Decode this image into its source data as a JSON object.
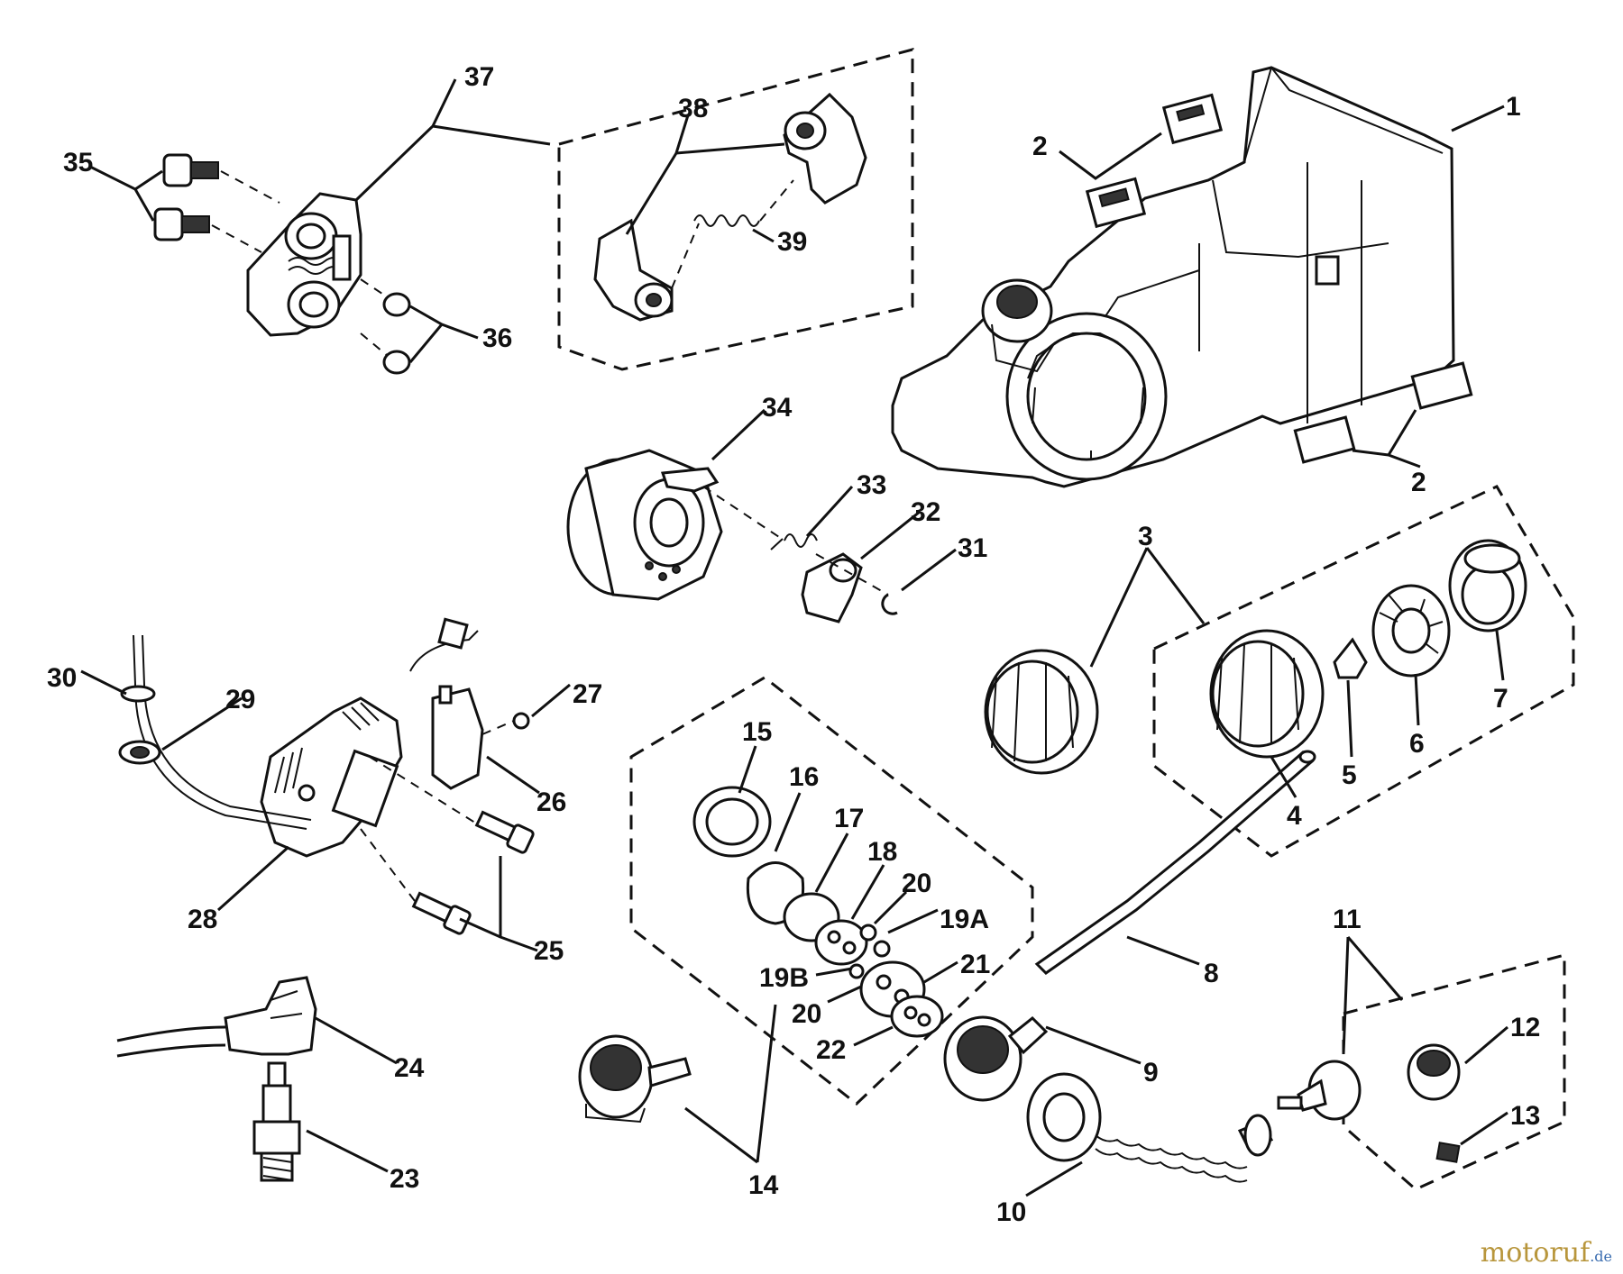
{
  "labels": {
    "l1": "1",
    "l2a": "2",
    "l2b": "2",
    "l3": "3",
    "l4": "4",
    "l5": "5",
    "l6": "6",
    "l7": "7",
    "l8": "8",
    "l9": "9",
    "l10": "10",
    "l11": "11",
    "l12": "12",
    "l13": "13",
    "l14": "14",
    "l15": "15",
    "l16": "16",
    "l17": "17",
    "l18": "18",
    "l19a": "19A",
    "l19b": "19B",
    "l20a": "20",
    "l20b": "20",
    "l21": "21",
    "l22": "22",
    "l23": "23",
    "l24": "24",
    "l25": "25",
    "l26": "26",
    "l27": "27",
    "l28": "28",
    "l29": "29",
    "l30": "30",
    "l31": "31",
    "l32": "32",
    "l33": "33",
    "l34": "34",
    "l35": "35",
    "l36": "36",
    "l37": "37",
    "l38": "38",
    "l39": "39"
  },
  "watermark": {
    "name": "motoruf",
    "domain": ".de"
  }
}
